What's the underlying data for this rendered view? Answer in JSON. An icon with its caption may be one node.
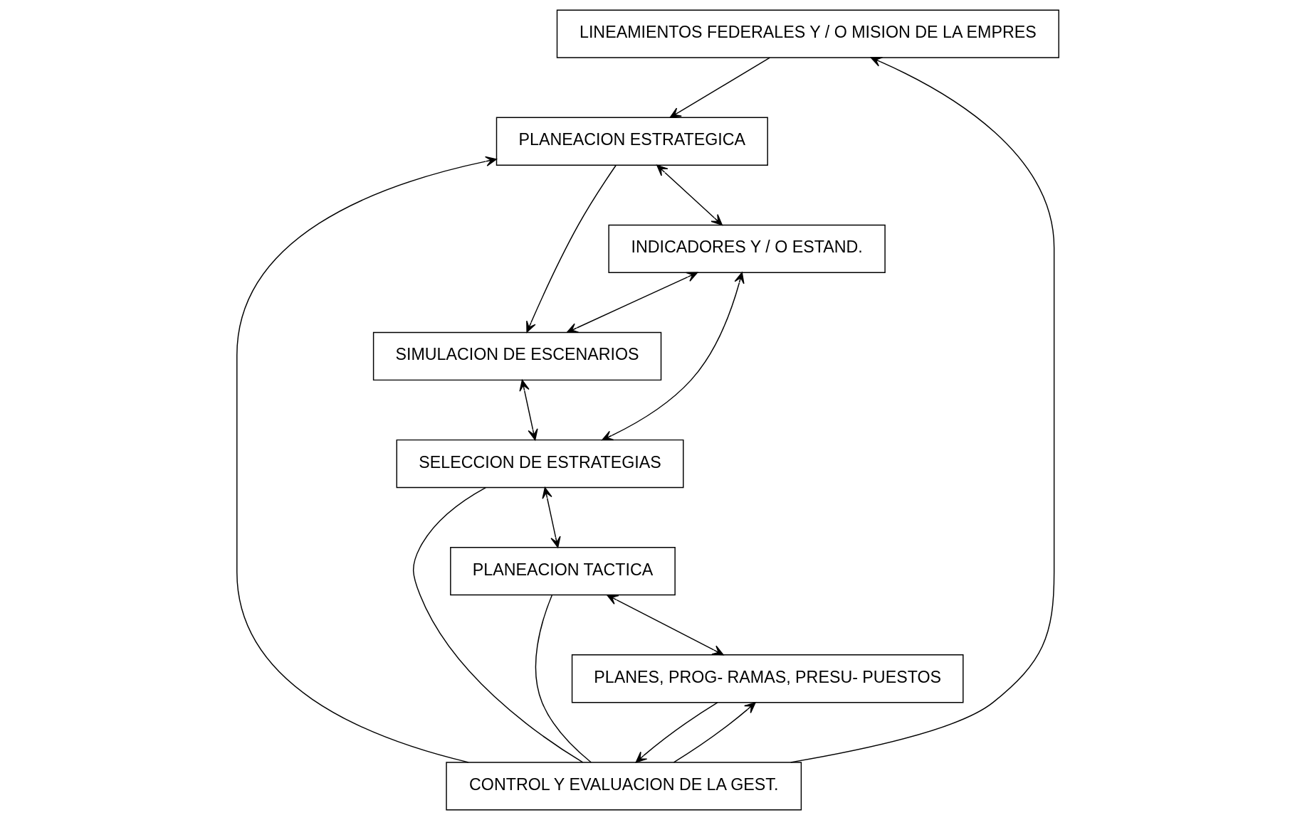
{
  "diagram": {
    "nodes": [
      {
        "text": [
          "LINEAMIENTOS FEDERALES Y / O MISION DE LA EMPRES"
        ]
      },
      {
        "text": [
          "CONTROL Y EVALUACION DE LA GEST."
        ]
      },
      {
        "text": [
          "PLANES, PROG- RAMAS, PRESU- PUESTOS"
        ]
      },
      {
        "text": [
          "PLANEACION ESTRATEGICA"
        ]
      },
      {
        "text": [
          "INDICADORES Y / O ESTAND."
        ]
      },
      {
        "text": [
          "PLANEACION TACTICA"
        ]
      },
      {
        "text": [
          "SIMULACION DE ESCENARIOS"
        ]
      },
      {
        "text": [
          "SELECCION DE ESTRATEGIAS"
        ]
      }
    ],
    "edges": [
      {
        "from": 1,
        "to": 0,
        "arrow": "to"
      },
      {
        "from": 1,
        "to": 3,
        "arrow": "to"
      },
      {
        "from": 0,
        "to": 3,
        "arrow": "to"
      },
      {
        "from": 3,
        "to": 4,
        "arrow": "both"
      },
      {
        "from": 1,
        "to": 2,
        "arrow": "to"
      },
      {
        "from": 1,
        "to": 5,
        "arrow": "none"
      },
      {
        "from": 1,
        "to": 7,
        "arrow": "none"
      },
      {
        "from": 2,
        "to": 1,
        "arrow": "to"
      },
      {
        "from": 5,
        "to": 2,
        "arrow": "both"
      },
      {
        "from": 4,
        "to": 6,
        "arrow": "both"
      },
      {
        "from": 4,
        "to": 7,
        "arrow": "both"
      },
      {
        "from": 3,
        "to": 6,
        "arrow": "to"
      },
      {
        "from": 6,
        "to": 7,
        "arrow": "both"
      },
      {
        "from": 7,
        "to": 5,
        "arrow": "both"
      }
    ]
  }
}
